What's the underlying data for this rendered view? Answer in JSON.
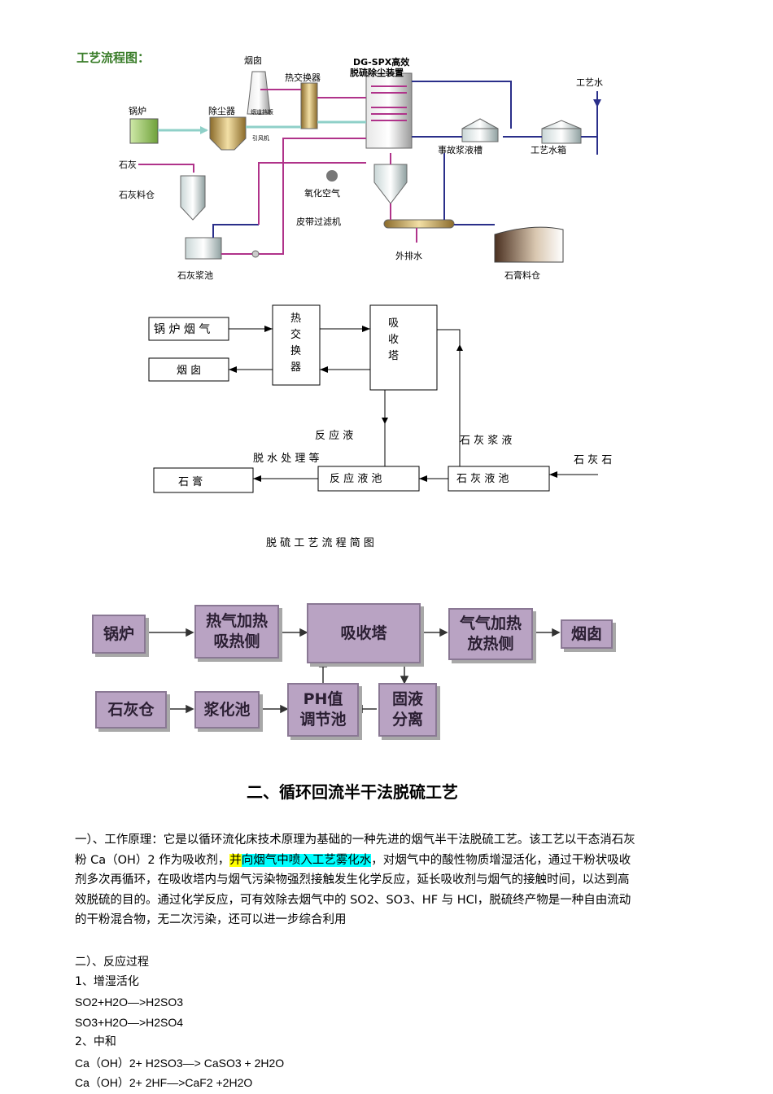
{
  "figure1": {
    "title": "工艺流程图：",
    "labels": {
      "chimney": "烟囱",
      "heat_exchanger": "热交换器",
      "device_line1": "DG-SPX高效",
      "device_line2": "脱硫除尘装置",
      "process_water": "工艺水",
      "boiler": "锅炉",
      "dust_collector": "除尘器",
      "bypass_flue": "烟道挡板",
      "fan": "引风机",
      "accident_tank": "事故浆液槽",
      "process_water_tank": "工艺水箱",
      "lime": "石灰",
      "lime_silo": "石灰料仓",
      "oxidation_air": "氧化空气",
      "belt_filter": "皮带过滤机",
      "drain": "外排水",
      "slurry_pool": "石灰浆池",
      "gypsum_silo": "石膏料仓"
    }
  },
  "figure2": {
    "boiler_flue": "锅 炉 烟 气",
    "chimney": "烟 囱",
    "heat_exchanger": [
      "热",
      "交",
      "换",
      "器"
    ],
    "absorber": [
      "吸",
      "收",
      "塔"
    ],
    "reaction_liquid": "反 应 液",
    "lime_slurry": "石 灰 浆 液",
    "dewatering": "脱 水 处 理 等",
    "gypsum": "石 膏",
    "reaction_pool": "反 应 液 池",
    "lime_pool": "石 灰 液 池",
    "limestone": "石 灰 石",
    "caption": "脱 硫 工 艺 流 程 简 图"
  },
  "figure3": {
    "boiler": "锅炉",
    "hot_gas_l1": "热气加热",
    "hot_gas_l2": "吸热侧",
    "absorber": "吸收塔",
    "gas_heat_l1": "气气加热",
    "gas_heat_l2": "放热侧",
    "chimney": "烟囱",
    "lime_silo": "石灰仓",
    "slurry_pool": "浆化池",
    "ph_l1": "PH值",
    "ph_l2": "调节池",
    "separation_l1": "固液",
    "separation_l2": "分离"
  },
  "section": {
    "title": "二、循环回流半干法脱硫工艺",
    "p1_a": "一）、工作原理：它是以循环流化床技术原理为基础的一种先进的烟气半干法脱硫工艺。该工艺以干态消石灰粉 Ca（OH）2 作为吸收剂，",
    "p1_hl_yellow": "并",
    "p1_hl_cyan": "向烟气中喷入工艺雾化水",
    "p1_b": "，对烟气中的酸性物质增湿活化，通过干粉状吸收剂多次再循环，在吸收塔内与烟气污染物强烈接触发生化学反应，延长吸收剂与烟气的接触时间，以达到高效脱硫的目的。通过化学反应，可有效除去烟气中的 SO2、SO3、HF 与 HCl，脱硫终产物是一种自由流动的干粉混合物，无二次污染，还可以进一步综合利用",
    "p2": "二）、反应过程",
    "p3": "1、增湿活化",
    "eq1": "SO2+H2O—>H2SO3",
    "eq2": "SO3+H2O—>H2SO4",
    "p4": "2、中和",
    "eq3": "Ca（OH）2+ H2SO3—> CaSO3 + 2H2O",
    "eq4": "Ca（OH）2+ 2HF—>CaF2 +2H2O"
  },
  "colors": {
    "pipe_purple": "#b0338a",
    "pipe_blue": "#2a2f8a",
    "box_purple": "#b9a3c3",
    "highlight_yellow": "#ffff00",
    "highlight_cyan": "#00ffff"
  }
}
